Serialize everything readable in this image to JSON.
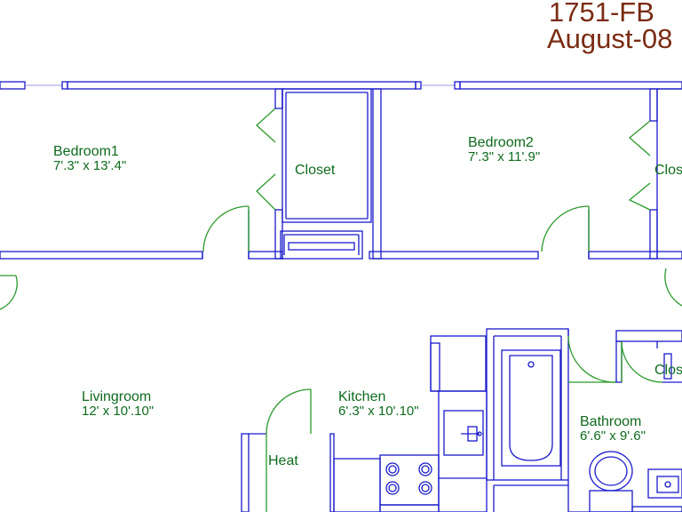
{
  "title": {
    "code": "1751-FB",
    "date": "August-08"
  },
  "rooms": {
    "bedroom1": {
      "name": "Bedroom1",
      "size": "7'.3\" x 13'.4\""
    },
    "bedroom2": {
      "name": "Bedroom2",
      "size": "7'.3\" x 11'.9\""
    },
    "closet1": {
      "name": "Closet"
    },
    "closet2": {
      "name": "Closet"
    },
    "closet3": {
      "name": "Closet"
    },
    "livingroom": {
      "name": "Livingroom",
      "size": "12' x 10'.10\""
    },
    "kitchen": {
      "name": "Kitchen",
      "size": "6'.3\" x 10'.10\""
    },
    "bathroom": {
      "name": "Bathroom",
      "size": "6'.6\" x 9'.6\""
    },
    "heat": {
      "name": "Heat"
    }
  },
  "colors": {
    "walls": "#1a1acc",
    "doors": "#2a9a2a",
    "labels": "#0e6b1e",
    "title": "#7a2b12"
  }
}
